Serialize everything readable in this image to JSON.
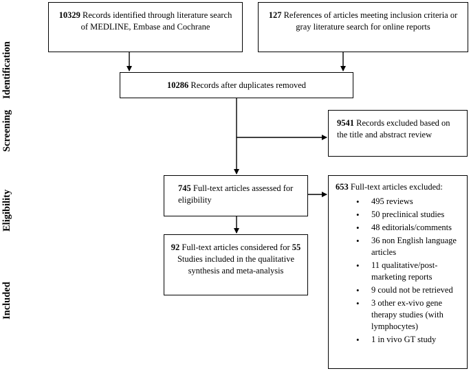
{
  "stages": {
    "identification": "Identification",
    "screening": "Screening",
    "eligibility": "Eligibility",
    "included": "Included"
  },
  "boxes": {
    "identified_db": {
      "count": "10329",
      "text": " Records identified through literature search of MEDLINE, Embase and Cochrane"
    },
    "identified_other": {
      "count": "127",
      "text": " References of articles meeting inclusion criteria or gray literature search for online reports"
    },
    "after_duplicates": {
      "count": "10286",
      "text": " Records after duplicates removed"
    },
    "excluded_title": {
      "count": "9541",
      "text": " Records excluded based on the title and abstract review"
    },
    "fulltext_assessed": {
      "count": "745",
      "text": " Full-text articles assessed for eligibility"
    },
    "fulltext_excluded": {
      "count": "653",
      "text": " Full-text articles excluded:",
      "items": [
        "495 reviews",
        "50 preclinical studies",
        "48 editorials/comments",
        "36 non English language articles",
        "11 qualitative/post-marketing reports",
        "9 could not be retrieved",
        "3 other ex-vivo gene therapy studies (with lymphocytes)",
        "1 in vivo GT study"
      ]
    },
    "included": {
      "count1": "92",
      "text1": " Full-text articles considered for ",
      "count2": "55",
      "text2": " Studies included in the qualitative synthesis and meta-analysis"
    }
  }
}
